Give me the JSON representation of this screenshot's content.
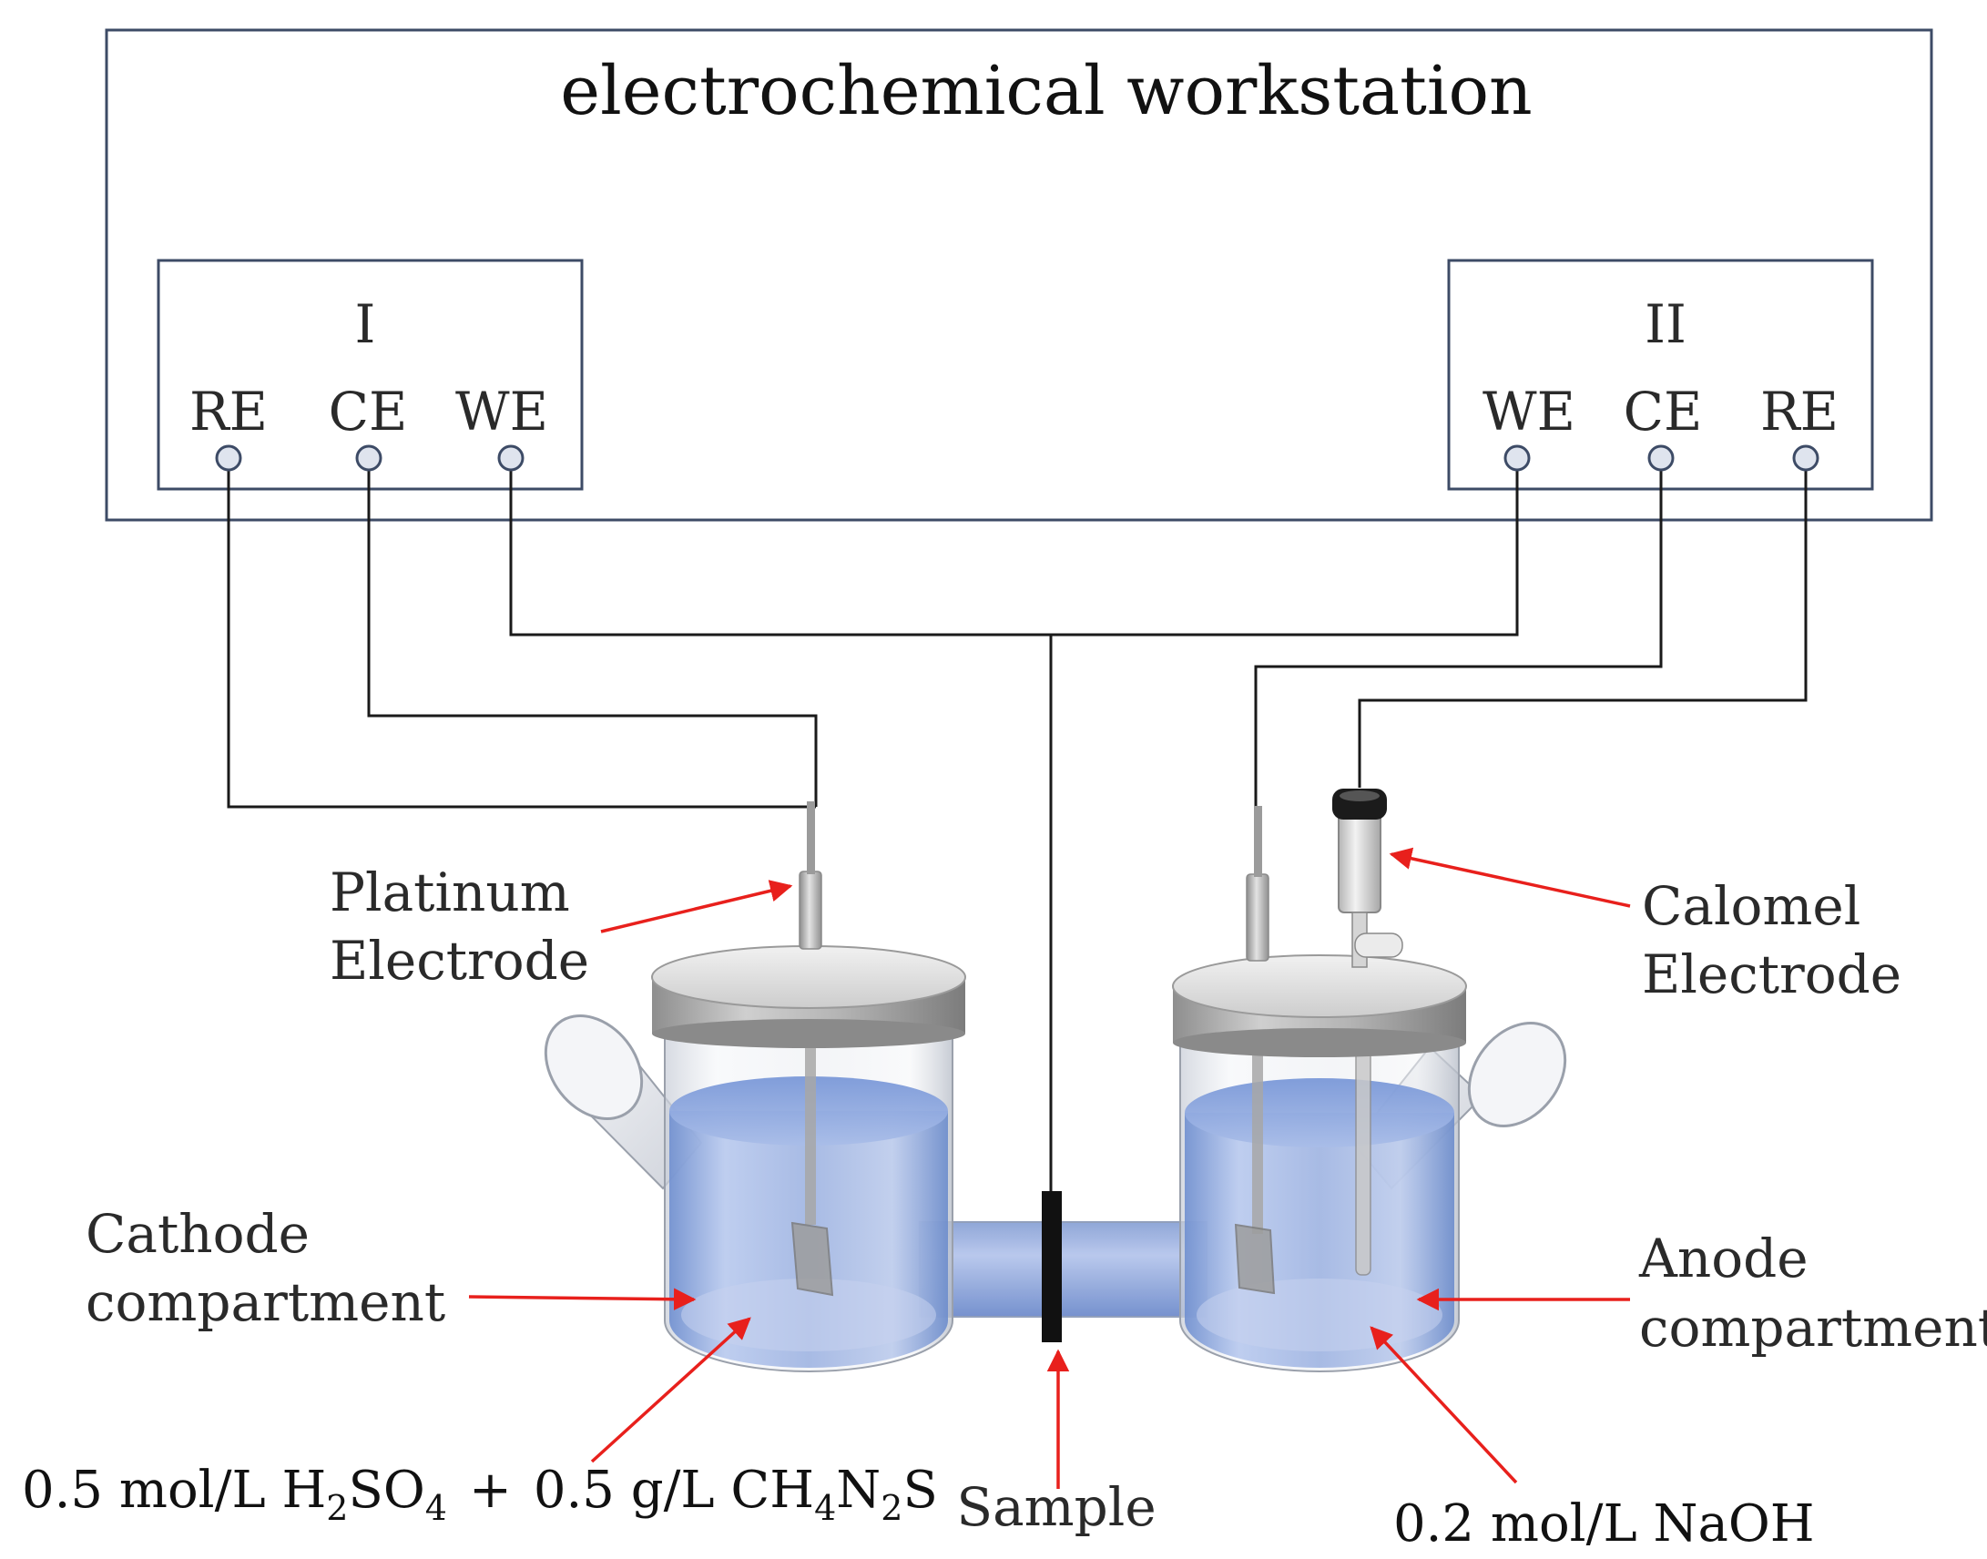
{
  "workstation": {
    "title": "electrochemical workstation",
    "panel_left": {
      "name": "I",
      "terminals": [
        "RE",
        "CE",
        "WE"
      ]
    },
    "panel_right": {
      "name": "II",
      "terminals": [
        "WE",
        "CE",
        "RE"
      ]
    }
  },
  "labels": {
    "platinum_line1": "Platinum",
    "platinum_line2": "Electrode",
    "calomel_line1": "Calomel",
    "calomel_line2": "Electrode",
    "cathode_line1": "Cathode",
    "cathode_line2": "compartment",
    "anode_line1": "Anode",
    "anode_line2": "compartment",
    "sample": "Sample"
  },
  "solutions": {
    "cathode_solution": {
      "c1": "0.5 mol/L H",
      "s1": "2",
      "c2": "SO",
      "s2": "4",
      "c3": "+",
      "c4": "0.5 g/L CH",
      "s4": "4",
      "c5": "N",
      "s5": "2",
      "c6": "S"
    },
    "anode_solution": "0.2 mol/L NaOH"
  },
  "colors": {
    "frame": "#3d4b66",
    "wire": "#1a1a1a",
    "arrow": "#e8201c",
    "solution": "#8fa9dc",
    "glass": "#dfe3ea",
    "lid": "#a9a9a9",
    "membrane": "#111111"
  }
}
